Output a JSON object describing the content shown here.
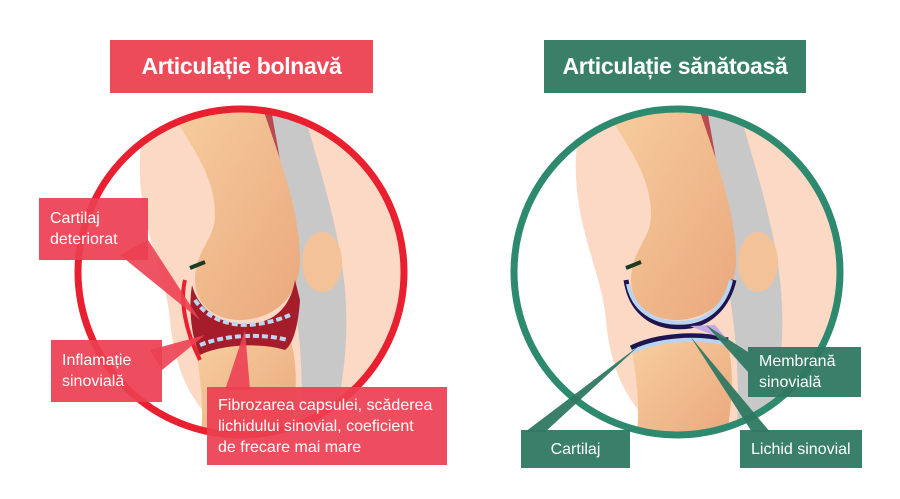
{
  "diseased": {
    "title": "Articulație bolnavă",
    "accent_color": "#ee4b5a",
    "ring_color": "#e8202f",
    "labels": {
      "cartilage": [
        "Cartilaj",
        "deteriorat"
      ],
      "synovial_inflammation": [
        "Inflamație",
        "sinovială"
      ],
      "fibrosis": [
        "Fibrozarea capsulei, scăderea",
        "lichidului sinovial, coeficient",
        "de frecare mai mare"
      ]
    }
  },
  "healthy": {
    "title": "Articulație sănătoasă",
    "accent_color": "#3a8069",
    "ring_color": "#2e8a6e",
    "labels": {
      "synovial_membrane": [
        "Membrană",
        "sinovială"
      ],
      "cartilage": [
        "Cartilaj"
      ],
      "synovial_fluid": [
        "Lichid sinovial"
      ]
    }
  }
}
